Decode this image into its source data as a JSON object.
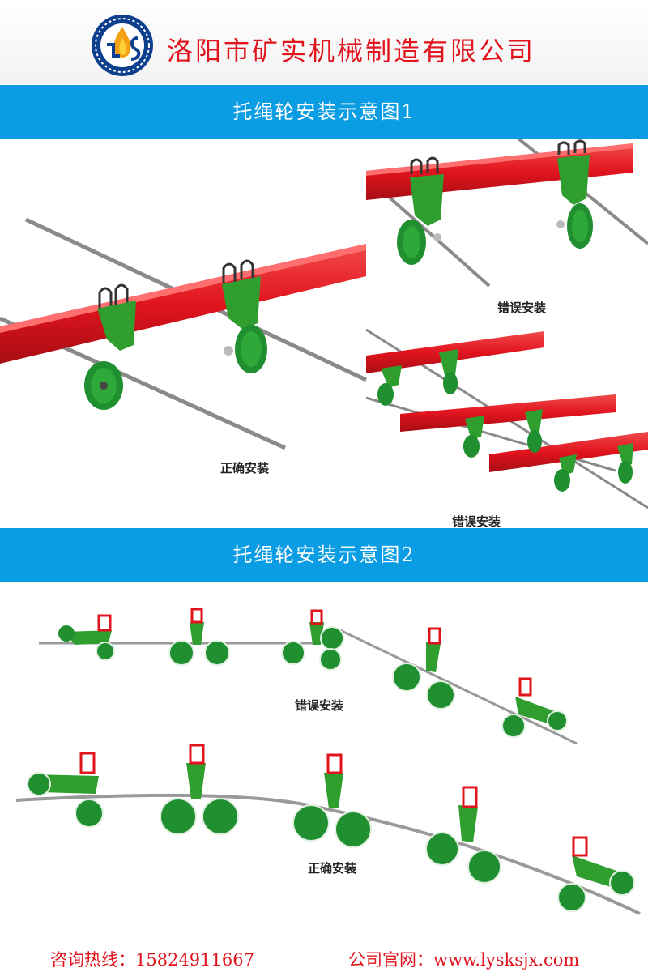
{
  "header": {
    "company_name": "洛阳市矿实机械制造有限公司",
    "logo_icon": "company-logo-icon"
  },
  "sections": [
    {
      "title": "托绳轮安装示意图1",
      "labels": {
        "correct": "正确安装",
        "wrong_top": "错误安装",
        "wrong_bottom": "错误安装"
      }
    },
    {
      "title": "托绳轮安装示意图2",
      "labels": {
        "wrong": "错误安装",
        "correct": "正确安装"
      }
    }
  ],
  "footer": {
    "hotline": "咨询热线：15824911667",
    "website": "公司官网：www.lysksjx.com"
  },
  "colors": {
    "brand_red": "#e1141e",
    "banner_blue": "#0b9de3",
    "rail_red": "#e1141e",
    "bracket_green": "#2f9e2f",
    "wheel_green": "#1f8f2f",
    "rope_gray": "#8a8a8a"
  }
}
